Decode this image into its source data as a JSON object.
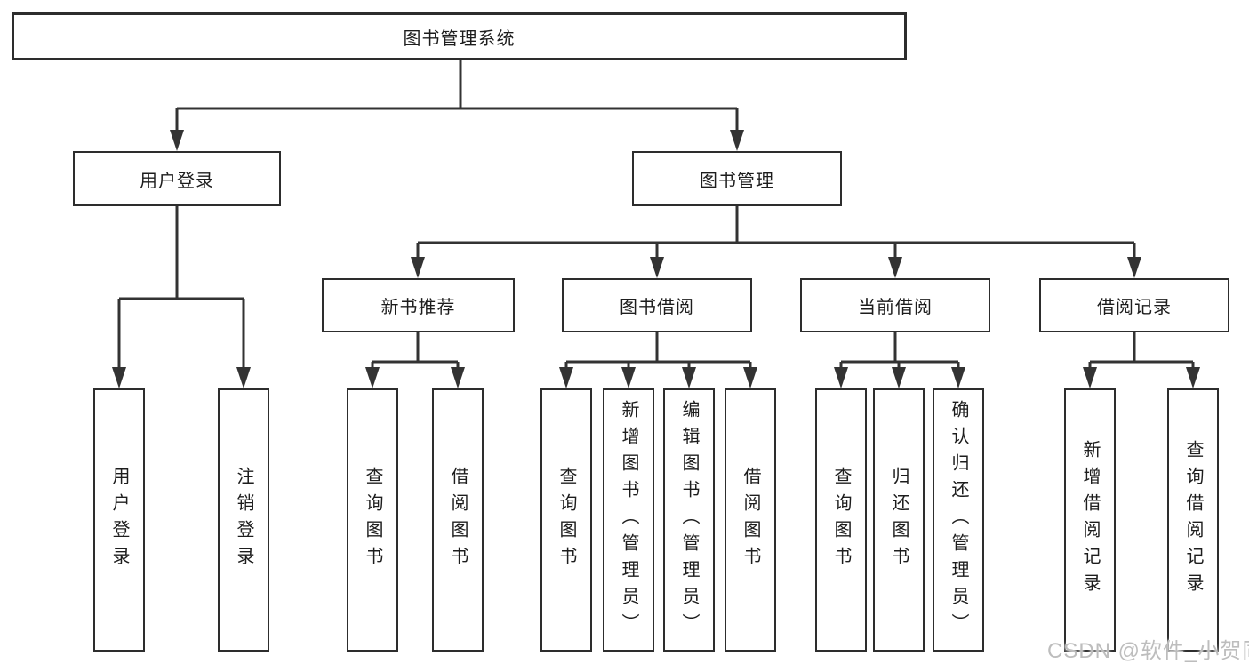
{
  "tree": {
    "root": "图书管理系统",
    "user_login": {
      "label": "用户登录",
      "children": [
        "用户登录",
        "注销登录"
      ]
    },
    "book_mgmt": {
      "label": "图书管理",
      "children": [
        {
          "label": "新书推荐",
          "children": [
            "查询图书",
            "借阅图书"
          ]
        },
        {
          "label": "图书借阅",
          "children": [
            "查询图书",
            "新增图书（管理员）",
            "编辑图书（管理员）",
            "借阅图书"
          ]
        },
        {
          "label": "当前借阅",
          "children": [
            "查询图书",
            "归还图书",
            "确认归还（管理员）"
          ]
        },
        {
          "label": "借阅记录",
          "children": [
            "新增借阅记录",
            "查询借阅记录"
          ]
        }
      ]
    }
  },
  "watermark": "CSDN @软件_小贺同学",
  "colors": {
    "line": "#333333",
    "box_border": "#2d2d2d",
    "box_fill": "#ffffff",
    "text": "#1d1d1d",
    "watermark": "#bdbdbd"
  }
}
